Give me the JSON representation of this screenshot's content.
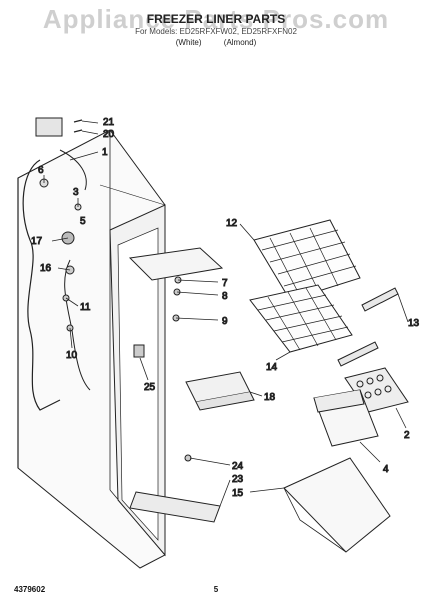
{
  "watermark": "Appliance Parts Pros.com",
  "title": "FREEZER LINER PARTS",
  "models": "For Models: ED25RFXFW02, ED25RFXFN02",
  "color_white": "(White)",
  "color_almond": "(Almond)",
  "footer_left": "4379602",
  "footer_page": "5",
  "callouts": [
    {
      "label": "21"
    },
    {
      "label": "20"
    },
    {
      "label": "1"
    },
    {
      "label": "6"
    },
    {
      "label": "3"
    },
    {
      "label": "5"
    },
    {
      "label": "17"
    },
    {
      "label": "16"
    },
    {
      "label": "11"
    },
    {
      "label": "10"
    },
    {
      "label": "12"
    },
    {
      "label": "7"
    },
    {
      "label": "8"
    },
    {
      "label": "9"
    },
    {
      "label": "13"
    },
    {
      "label": "14"
    },
    {
      "label": "25"
    },
    {
      "label": "18"
    },
    {
      "label": "2"
    },
    {
      "label": "4"
    },
    {
      "label": "24"
    },
    {
      "label": "23"
    },
    {
      "label": "15"
    }
  ]
}
